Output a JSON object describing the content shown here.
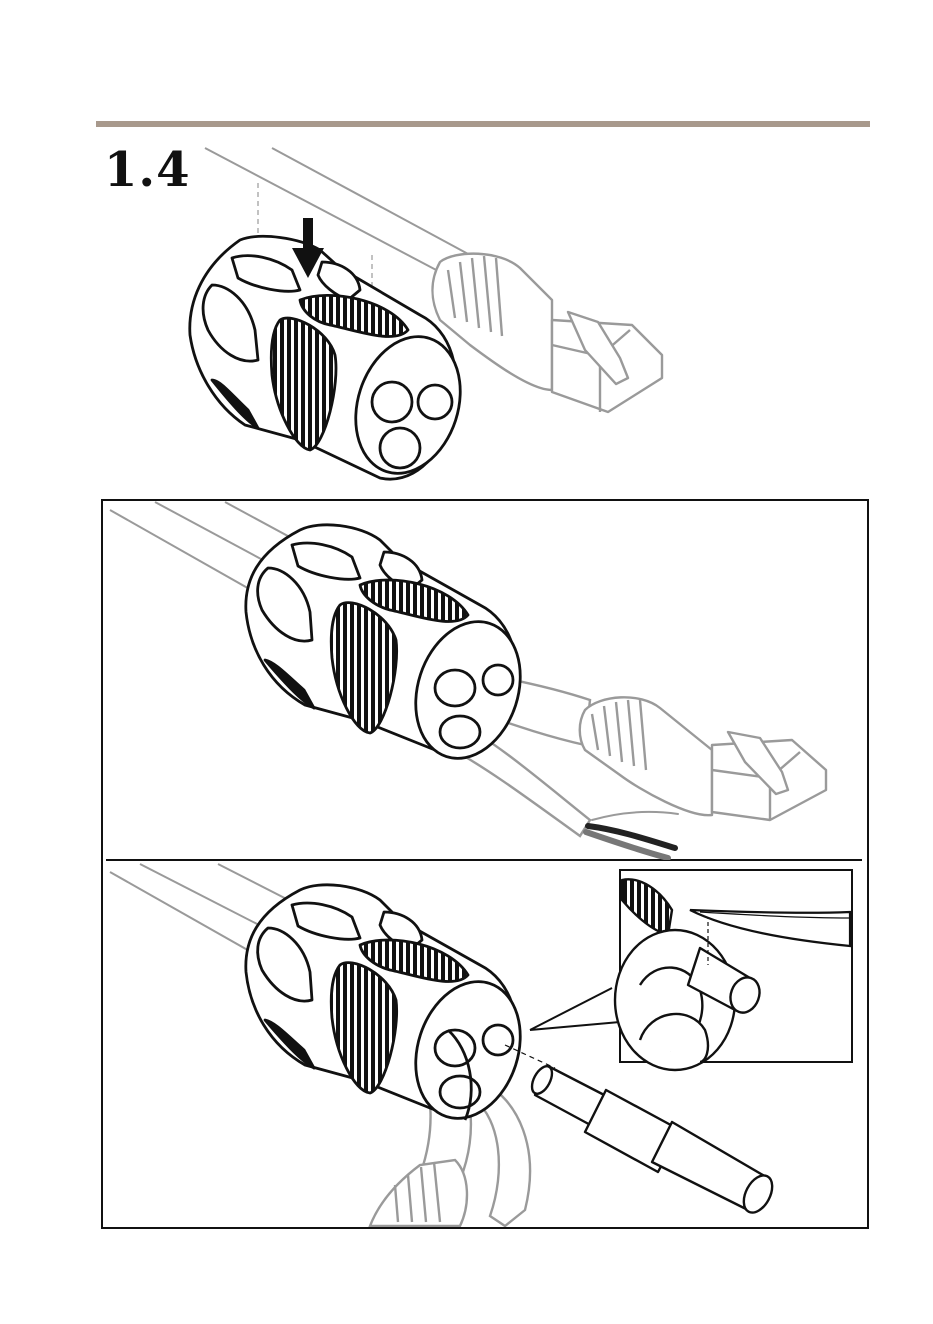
{
  "step": {
    "number": "1.4"
  },
  "colors": {
    "rule": "#a8998c",
    "line_art": "#111111",
    "cable_gray": "#9a9a9a",
    "wire_dark": "#222222",
    "wire_gray": "#777777"
  },
  "illustrations": [
    {
      "name": "gland-with-rj45-plug",
      "icons": [
        "cable-gland-icon",
        "push-arrow-icon",
        "rj45-plug-icon"
      ]
    },
    {
      "name": "cables-through-gland",
      "icons": [
        "cable-gland-icon",
        "rj45-plug-icon",
        "stripped-wires-icon"
      ]
    },
    {
      "name": "seal-plug-insertion",
      "icons": [
        "cable-gland-icon",
        "blind-plug-icon",
        "knife-icon",
        "detail-zoom-icon"
      ]
    }
  ]
}
